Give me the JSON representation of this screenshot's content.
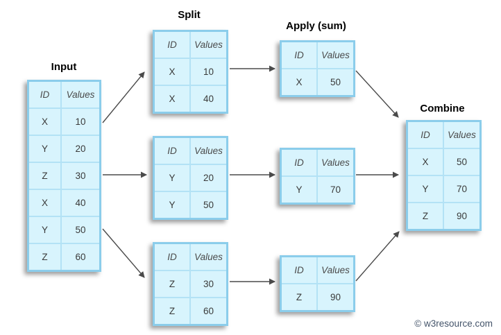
{
  "diagram": {
    "titles": {
      "input": "Input",
      "split": "Split",
      "apply": "Apply (sum)",
      "combine": "Combine"
    },
    "column_headers": {
      "id": "ID",
      "values": "Values"
    },
    "tables": {
      "input": {
        "rows": [
          [
            "X",
            "10"
          ],
          [
            "Y",
            "20"
          ],
          [
            "Z",
            "30"
          ],
          [
            "X",
            "40"
          ],
          [
            "Y",
            "50"
          ],
          [
            "Z",
            "60"
          ]
        ]
      },
      "split_x": {
        "rows": [
          [
            "X",
            "10"
          ],
          [
            "X",
            "40"
          ]
        ]
      },
      "split_y": {
        "rows": [
          [
            "Y",
            "20"
          ],
          [
            "Y",
            "50"
          ]
        ]
      },
      "split_z": {
        "rows": [
          [
            "Z",
            "30"
          ],
          [
            "Z",
            "60"
          ]
        ]
      },
      "apply_x": {
        "rows": [
          [
            "X",
            "50"
          ]
        ]
      },
      "apply_y": {
        "rows": [
          [
            "Y",
            "70"
          ]
        ]
      },
      "apply_z": {
        "rows": [
          [
            "Z",
            "90"
          ]
        ]
      },
      "combine": {
        "rows": [
          [
            "X",
            "50"
          ],
          [
            "Y",
            "70"
          ],
          [
            "Z",
            "90"
          ]
        ]
      }
    },
    "edges": [
      {
        "from": "input",
        "to": "split_x"
      },
      {
        "from": "input",
        "to": "split_y"
      },
      {
        "from": "input",
        "to": "split_z"
      },
      {
        "from": "split_x",
        "to": "apply_x"
      },
      {
        "from": "split_y",
        "to": "apply_y"
      },
      {
        "from": "split_z",
        "to": "apply_z"
      },
      {
        "from": "apply_x",
        "to": "combine"
      },
      {
        "from": "apply_y",
        "to": "combine"
      },
      {
        "from": "apply_z",
        "to": "combine"
      }
    ]
  },
  "watermark": "© w3resource.com",
  "colors": {
    "cell_fill": "#d8f4fd",
    "cell_border": "#b3e2f5",
    "table_border": "#8bcdeb",
    "arrow": "#4a4a4a",
    "watermark_text": "#44546a"
  }
}
